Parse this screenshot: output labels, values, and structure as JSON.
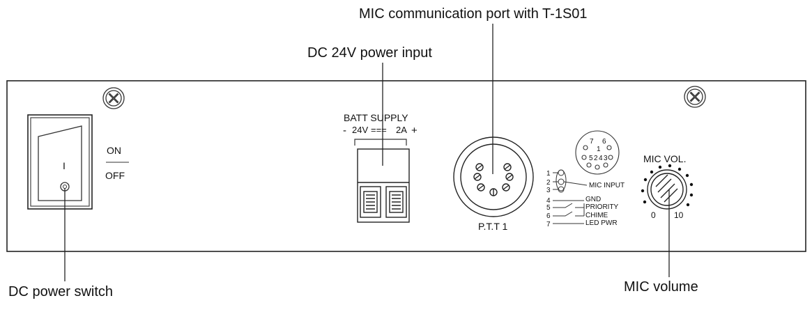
{
  "callouts": {
    "mic_port": "MIC communication port with T-1S01",
    "dc_input": "DC 24V power input",
    "power_switch": "DC power switch",
    "mic_volume": "MIC volume"
  },
  "switch": {
    "on": "ON",
    "off": "OFF",
    "glyph": "I"
  },
  "batt": {
    "title": "BATT SUPPLY",
    "minus": "-",
    "spec_v": "24V",
    "spec_dc": "===",
    "spec_a": "2A",
    "plus": "+"
  },
  "ptt": {
    "label": "P.T.T 1"
  },
  "pinout": {
    "top_numbers": [
      "7",
      "6",
      "1",
      "5",
      "2",
      "4",
      "3"
    ],
    "pins": [
      "1",
      "2",
      "3",
      "4",
      "5",
      "6",
      "7"
    ],
    "signals": [
      "MIC INPUT",
      "GND",
      "PRIORITY",
      "CHIME",
      "LED PWR"
    ]
  },
  "mic_vol": {
    "title": "MIC VOL.",
    "min": "0",
    "max": "10"
  }
}
